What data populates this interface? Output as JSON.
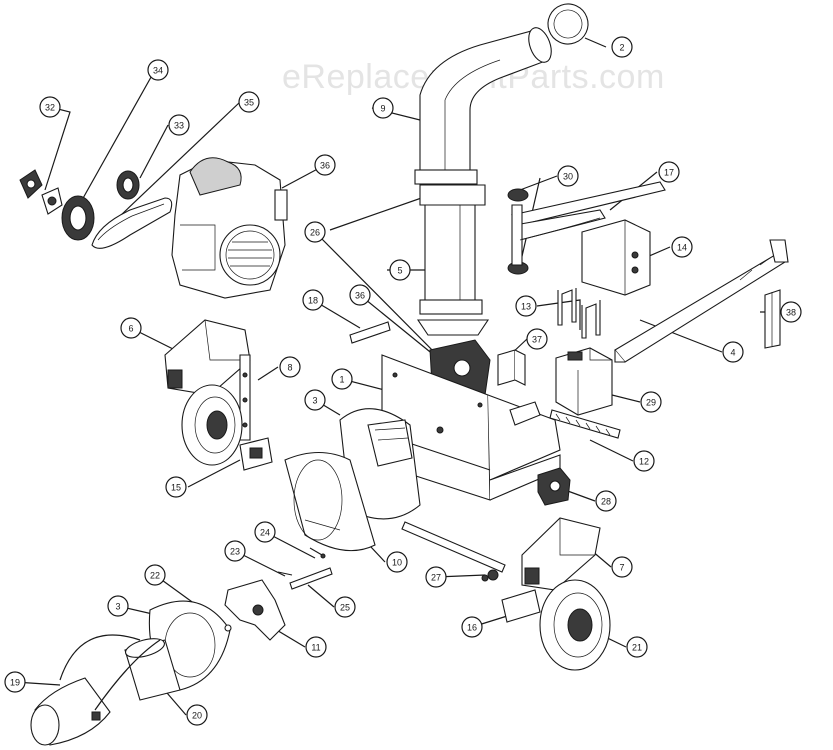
{
  "watermark": "eReplacementParts.com",
  "callouts": [
    {
      "id": "c2",
      "label": "2"
    },
    {
      "id": "c9",
      "label": "9"
    },
    {
      "id": "c34",
      "label": "34"
    },
    {
      "id": "c32",
      "label": "32"
    },
    {
      "id": "c33",
      "label": "33"
    },
    {
      "id": "c35",
      "label": "35"
    },
    {
      "id": "c36a",
      "label": "36"
    },
    {
      "id": "c30",
      "label": "30"
    },
    {
      "id": "c17",
      "label": "17"
    },
    {
      "id": "c26",
      "label": "26"
    },
    {
      "id": "c14",
      "label": "14"
    },
    {
      "id": "c5",
      "label": "5"
    },
    {
      "id": "c18",
      "label": "18"
    },
    {
      "id": "c36b",
      "label": "36"
    },
    {
      "id": "c13",
      "label": "13"
    },
    {
      "id": "c38",
      "label": "38"
    },
    {
      "id": "c6",
      "label": "6"
    },
    {
      "id": "c37",
      "label": "37"
    },
    {
      "id": "c4",
      "label": "4"
    },
    {
      "id": "c8",
      "label": "8"
    },
    {
      "id": "c1",
      "label": "1"
    },
    {
      "id": "c29",
      "label": "29"
    },
    {
      "id": "c3a",
      "label": "3"
    },
    {
      "id": "c12",
      "label": "12"
    },
    {
      "id": "c15",
      "label": "15"
    },
    {
      "id": "c28",
      "label": "28"
    },
    {
      "id": "c24",
      "label": "24"
    },
    {
      "id": "c10",
      "label": "10"
    },
    {
      "id": "c23",
      "label": "23"
    },
    {
      "id": "c7",
      "label": "7"
    },
    {
      "id": "c22",
      "label": "22"
    },
    {
      "id": "c27",
      "label": "27"
    },
    {
      "id": "c25",
      "label": "25"
    },
    {
      "id": "c3b",
      "label": "3"
    },
    {
      "id": "c16",
      "label": "16"
    },
    {
      "id": "c11",
      "label": "11"
    },
    {
      "id": "c21",
      "label": "21"
    },
    {
      "id": "c19",
      "label": "19"
    },
    {
      "id": "c20",
      "label": "20"
    }
  ]
}
